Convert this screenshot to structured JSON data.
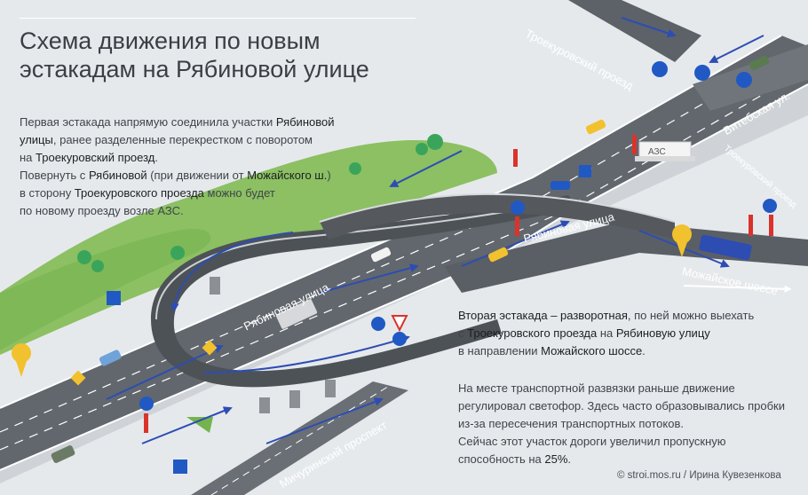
{
  "title": {
    "line1": "Схема движения по новым",
    "line2": "эстакадам на Рябиновой улице"
  },
  "lead_paragraph": {
    "l1a": "Первая эстакада напрямую соединила участки ",
    "l1b": "Рябиновой",
    "l2a": "улицы",
    "l2b": ", ранее разделенные перекрестком с поворотом",
    "l3a": "на ",
    "l3b": "Троекуровский проезд",
    "l3c": ".",
    "l4a": "Повернуть с ",
    "l4b": "Рябиновой",
    "l4c": " (при движении от ",
    "l4d": "Можайского ш.",
    "l4e": ")",
    "l5a": "в сторону ",
    "l5b": "Троекуровского проезда",
    "l5c": " можно будет",
    "l6": "по новому проезду возле АЗС."
  },
  "second_paragraph": {
    "l1a": "Вторая эстакада – разворотная",
    "l1b": ", по ней можно выехать",
    "l2a": "с ",
    "l2b": "Троекуровского проезда",
    "l2c": " на ",
    "l2d": "Рябиновую улицу",
    "l3a": "в направлении ",
    "l3b": "Можайского шоссе",
    "l3c": "."
  },
  "third_paragraph": {
    "l1": "На месте транспортной развязки раньше движение",
    "l2": "регулировал светофор. Здесь часто образовывались пробки",
    "l3": "из-за пересечения транспортных потоков.",
    "l4a": "Сейчас этот участок дороги увеличил пропускную",
    "l5a": "способность на ",
    "l5b": "25%",
    "l5c": "."
  },
  "credit": "© stroi.mos.ru / Ирина Кувезенкова",
  "road_labels": {
    "troekurovsky_top": "Троекуровский проезд",
    "troekurovsky_right": "Троекуровский проезд",
    "vitebskaya": "Витебская ул.",
    "ryabinovaya_top": "Рябиновая улица",
    "ryabinovaya_loop": "Рябиновая улица",
    "mozhayskoe": "Можайское шоссе",
    "michurinsky": "Мичуринский проспект"
  },
  "poi": {
    "gas_station": "АЗС"
  },
  "colors": {
    "background": "#e6e9ec",
    "grass": "#8cc063",
    "asphalt": "#62676d",
    "asphalt_dark": "#4a4e53",
    "route_arrow": "#2d4db3",
    "sign_blue": "#2059c4",
    "sign_red": "#d9332b",
    "bus_stop": "#f2c12e"
  },
  "icons": [
    "bus-stop-icon",
    "pedestrian-crossing-icon",
    "give-way-sign-icon",
    "direction-sign-icon",
    "gas-station-icon"
  ]
}
